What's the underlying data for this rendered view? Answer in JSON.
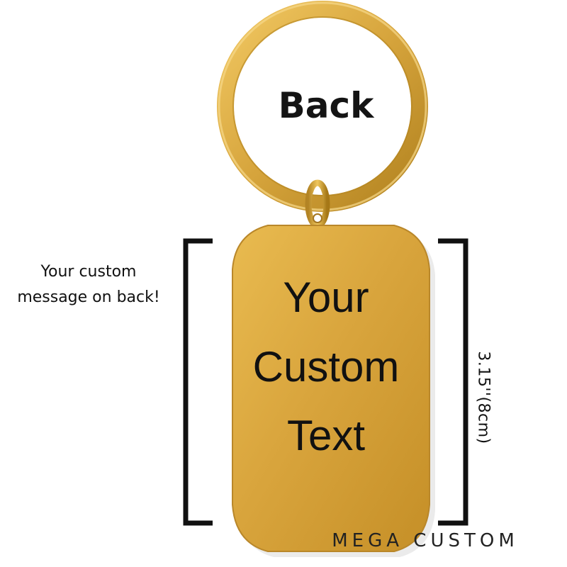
{
  "product": {
    "back_label": "Back",
    "tag_text": [
      "Your",
      "Custom",
      "Text"
    ],
    "side_note_lines": [
      "Your custom",
      "message on back!"
    ],
    "dimension_label": "3.15''(8cm)",
    "brand": "MEGA CUSTOM"
  },
  "colors": {
    "gold_light": "#e7b84e",
    "gold_mid": "#d2a038",
    "gold_dark": "#a87a18",
    "bracket": "#111111",
    "text": "#111111"
  }
}
